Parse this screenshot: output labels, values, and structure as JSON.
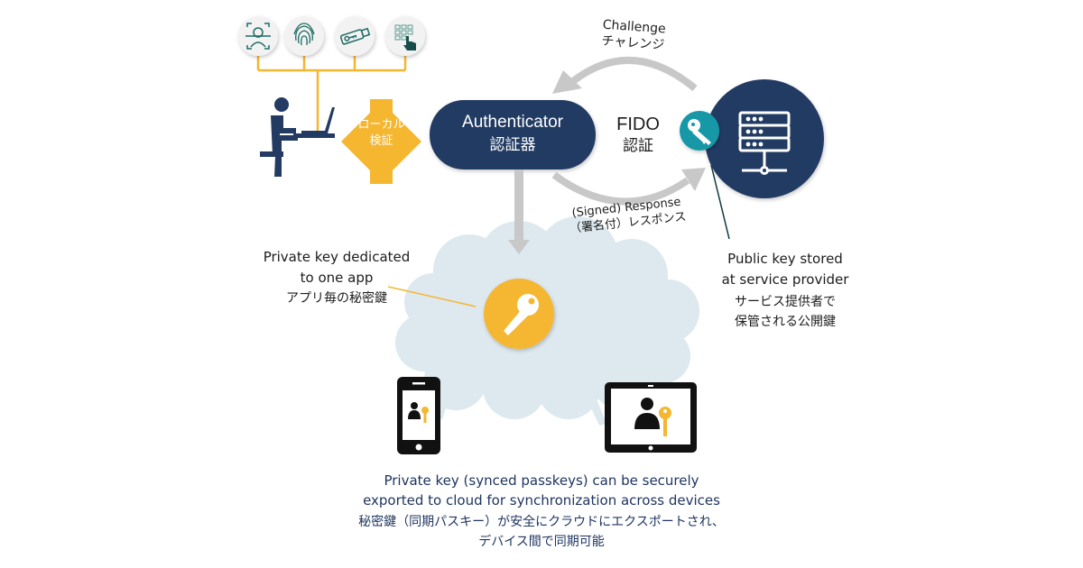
{
  "colors": {
    "navy": "#233a63",
    "amber": "#f5b630",
    "teal": "#1798a7",
    "arrow_gray": "#c8c8c8",
    "cloud": "#dde9ef",
    "icon_green": "#1d6a64",
    "connector": "#f5b630",
    "caption_navy": "#1f3560"
  },
  "auth_methods": [
    {
      "name": "face-recognition",
      "icon": "face-scan-icon"
    },
    {
      "name": "fingerprint",
      "icon": "fingerprint-icon"
    },
    {
      "name": "security-key",
      "icon": "usb-key-icon"
    },
    {
      "name": "pin",
      "icon": "pin-keypad-icon"
    }
  ],
  "local_verification": {
    "line1": "ローカル",
    "line2": "検証"
  },
  "authenticator": {
    "en": "Authenticator",
    "ja": "認証器"
  },
  "fido": {
    "en": "FIDO",
    "ja": "認証"
  },
  "challenge": {
    "en": "Challenge",
    "ja": "チャレンジ"
  },
  "response": {
    "en": "(Signed) Response",
    "ja": "（署名付）レスポンス"
  },
  "public_key": {
    "en_line1": "Public key stored",
    "en_line2": "at service provider",
    "ja_line1": "サービス提供者で",
    "ja_line2": "保管される公開鍵"
  },
  "private_key": {
    "en_line1": "Private key dedicated",
    "en_line2": "to one app",
    "ja": "アプリ毎の秘密鍵"
  },
  "caption": {
    "en_line1": "Private key (synced passkeys) can be securely",
    "en_line2": "exported to cloud for synchronization across devices",
    "ja_line1": "秘密鍵（同期パスキー）が安全にクラウドにエクスポートされ、",
    "ja_line2": "デバイス間で同期可能"
  },
  "devices": [
    {
      "name": "smartphone"
    },
    {
      "name": "tablet"
    }
  ]
}
